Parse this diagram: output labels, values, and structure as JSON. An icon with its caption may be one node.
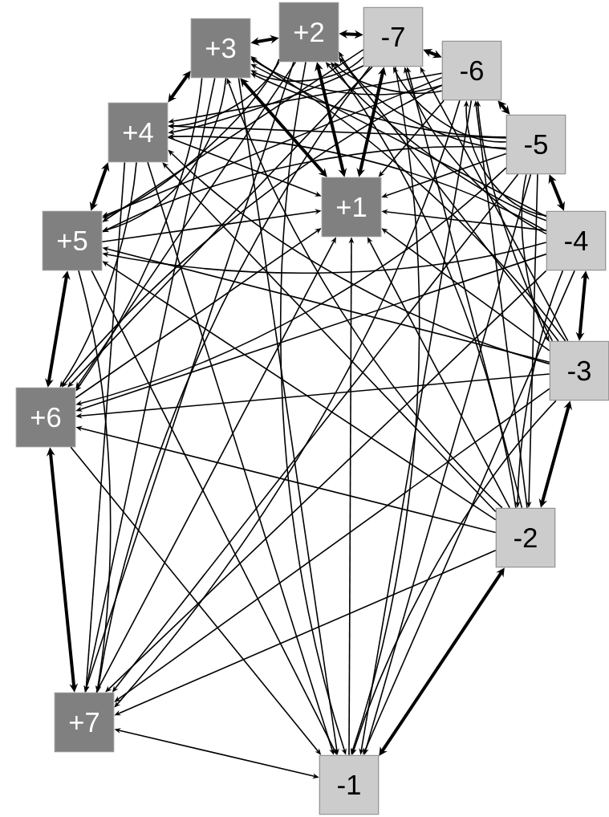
{
  "diagram": {
    "nodes": [
      {
        "text": [
          "+2"
        ]
      },
      {
        "text": [
          "-7"
        ]
      },
      {
        "text": [
          "+3"
        ]
      },
      {
        "text": [
          "-6"
        ]
      },
      {
        "text": [
          "+4"
        ]
      },
      {
        "text": [
          "-5"
        ]
      },
      {
        "text": [
          "+1"
        ]
      },
      {
        "text": [
          "+5"
        ]
      },
      {
        "text": [
          "-4"
        ]
      },
      {
        "text": [
          "-3"
        ]
      },
      {
        "text": [
          "+6"
        ]
      },
      {
        "text": [
          "-2"
        ]
      },
      {
        "text": [
          "+7"
        ]
      },
      {
        "text": [
          "-1"
        ]
      }
    ],
    "edges": [
      {
        "from": 0,
        "to": 1,
        "arrow": "both",
        "style": "thick"
      },
      {
        "from": 0,
        "to": 2,
        "arrow": "both",
        "style": "thick"
      },
      {
        "from": 3,
        "to": 0,
        "arrow": "to"
      },
      {
        "from": 0,
        "to": 4,
        "arrow": "to"
      },
      {
        "from": 5,
        "to": 0,
        "arrow": "to"
      },
      {
        "from": 0,
        "to": 6,
        "arrow": "both",
        "style": "thick"
      },
      {
        "from": 0,
        "to": 7,
        "arrow": "to"
      },
      {
        "from": 8,
        "to": 0,
        "arrow": "to"
      },
      {
        "from": 9,
        "to": 0,
        "arrow": "to"
      },
      {
        "from": 0,
        "to": 10,
        "arrow": "to"
      },
      {
        "from": 11,
        "to": 0,
        "arrow": "to"
      },
      {
        "from": 0,
        "to": 12,
        "arrow": "to"
      },
      {
        "from": 0,
        "to": 13,
        "arrow": "to"
      },
      {
        "from": 1,
        "to": 2,
        "arrow": "to"
      },
      {
        "from": 1,
        "to": 3,
        "arrow": "both",
        "style": "thick"
      },
      {
        "from": 1,
        "to": 4,
        "arrow": "to"
      },
      {
        "from": 5,
        "to": 1,
        "arrow": "to"
      },
      {
        "from": 1,
        "to": 6,
        "arrow": "both",
        "style": "thick"
      },
      {
        "from": 1,
        "to": 7,
        "arrow": "to"
      },
      {
        "from": 8,
        "to": 1,
        "arrow": "to"
      },
      {
        "from": 9,
        "to": 1,
        "arrow": "to"
      },
      {
        "from": 1,
        "to": 10,
        "arrow": "to"
      },
      {
        "from": 11,
        "to": 1,
        "arrow": "to"
      },
      {
        "from": 1,
        "to": 12,
        "arrow": "to"
      },
      {
        "from": 1,
        "to": 13,
        "arrow": "to"
      },
      {
        "from": 3,
        "to": 2,
        "arrow": "to"
      },
      {
        "from": 2,
        "to": 4,
        "arrow": "both",
        "style": "thick"
      },
      {
        "from": 5,
        "to": 2,
        "arrow": "to"
      },
      {
        "from": 2,
        "to": 6,
        "arrow": "both",
        "style": "thick"
      },
      {
        "from": 2,
        "to": 7,
        "arrow": "to"
      },
      {
        "from": 8,
        "to": 2,
        "arrow": "to"
      },
      {
        "from": 9,
        "to": 2,
        "arrow": "to"
      },
      {
        "from": 2,
        "to": 10,
        "arrow": "to"
      },
      {
        "from": 11,
        "to": 2,
        "arrow": "to"
      },
      {
        "from": 2,
        "to": 12,
        "arrow": "to"
      },
      {
        "from": 2,
        "to": 13,
        "arrow": "to"
      },
      {
        "from": 3,
        "to": 4,
        "arrow": "to"
      },
      {
        "from": 3,
        "to": 5,
        "arrow": "both",
        "style": "thick"
      },
      {
        "from": 3,
        "to": 6,
        "arrow": "to"
      },
      {
        "from": 3,
        "to": 7,
        "arrow": "to"
      },
      {
        "from": 8,
        "to": 3,
        "arrow": "to"
      },
      {
        "from": 9,
        "to": 3,
        "arrow": "to"
      },
      {
        "from": 3,
        "to": 10,
        "arrow": "to"
      },
      {
        "from": 11,
        "to": 3,
        "arrow": "to"
      },
      {
        "from": 3,
        "to": 12,
        "arrow": "to"
      },
      {
        "from": 3,
        "to": 13,
        "arrow": "to"
      },
      {
        "from": 5,
        "to": 4,
        "arrow": "to"
      },
      {
        "from": 4,
        "to": 6,
        "arrow": "to"
      },
      {
        "from": 4,
        "to": 7,
        "arrow": "both",
        "style": "thick"
      },
      {
        "from": 8,
        "to": 4,
        "arrow": "to"
      },
      {
        "from": 9,
        "to": 4,
        "arrow": "to"
      },
      {
        "from": 4,
        "to": 10,
        "arrow": "to"
      },
      {
        "from": 11,
        "to": 4,
        "arrow": "to"
      },
      {
        "from": 4,
        "to": 12,
        "arrow": "to"
      },
      {
        "from": 4,
        "to": 13,
        "arrow": "to"
      },
      {
        "from": 5,
        "to": 6,
        "arrow": "to"
      },
      {
        "from": 5,
        "to": 7,
        "arrow": "to"
      },
      {
        "from": 5,
        "to": 8,
        "arrow": "both",
        "style": "thick"
      },
      {
        "from": 5,
        "to": 9,
        "arrow": "to"
      },
      {
        "from": 5,
        "to": 10,
        "arrow": "to"
      },
      {
        "from": 5,
        "to": 11,
        "arrow": "to"
      },
      {
        "from": 5,
        "to": 12,
        "arrow": "to"
      },
      {
        "from": 5,
        "to": 13,
        "arrow": "to"
      },
      {
        "from": 7,
        "to": 6,
        "arrow": "to"
      },
      {
        "from": 8,
        "to": 6,
        "arrow": "to"
      },
      {
        "from": 9,
        "to": 6,
        "arrow": "to"
      },
      {
        "from": 10,
        "to": 6,
        "arrow": "to"
      },
      {
        "from": 11,
        "to": 6,
        "arrow": "to"
      },
      {
        "from": 12,
        "to": 6,
        "arrow": "to"
      },
      {
        "from": 13,
        "to": 6,
        "arrow": "to"
      },
      {
        "from": 8,
        "to": 7,
        "arrow": "to"
      },
      {
        "from": 9,
        "to": 7,
        "arrow": "to"
      },
      {
        "from": 7,
        "to": 10,
        "arrow": "both",
        "style": "thick"
      },
      {
        "from": 11,
        "to": 7,
        "arrow": "to"
      },
      {
        "from": 7,
        "to": 12,
        "arrow": "to"
      },
      {
        "from": 7,
        "to": 13,
        "arrow": "to"
      },
      {
        "from": 8,
        "to": 9,
        "arrow": "both",
        "style": "thick"
      },
      {
        "from": 8,
        "to": 10,
        "arrow": "to"
      },
      {
        "from": 8,
        "to": 11,
        "arrow": "to"
      },
      {
        "from": 8,
        "to": 12,
        "arrow": "to"
      },
      {
        "from": 8,
        "to": 13,
        "arrow": "to"
      },
      {
        "from": 9,
        "to": 10,
        "arrow": "to"
      },
      {
        "from": 9,
        "to": 11,
        "arrow": "both",
        "style": "thick"
      },
      {
        "from": 9,
        "to": 12,
        "arrow": "to"
      },
      {
        "from": 9,
        "to": 13,
        "arrow": "to"
      },
      {
        "from": 11,
        "to": 10,
        "arrow": "to"
      },
      {
        "from": 10,
        "to": 12,
        "arrow": "both",
        "style": "thick"
      },
      {
        "from": 10,
        "to": 13,
        "arrow": "to"
      },
      {
        "from": 11,
        "to": 12,
        "arrow": "to"
      },
      {
        "from": 11,
        "to": 13,
        "arrow": "both",
        "style": "thick"
      },
      {
        "from": 12,
        "to": 13,
        "arrow": "both"
      }
    ]
  }
}
